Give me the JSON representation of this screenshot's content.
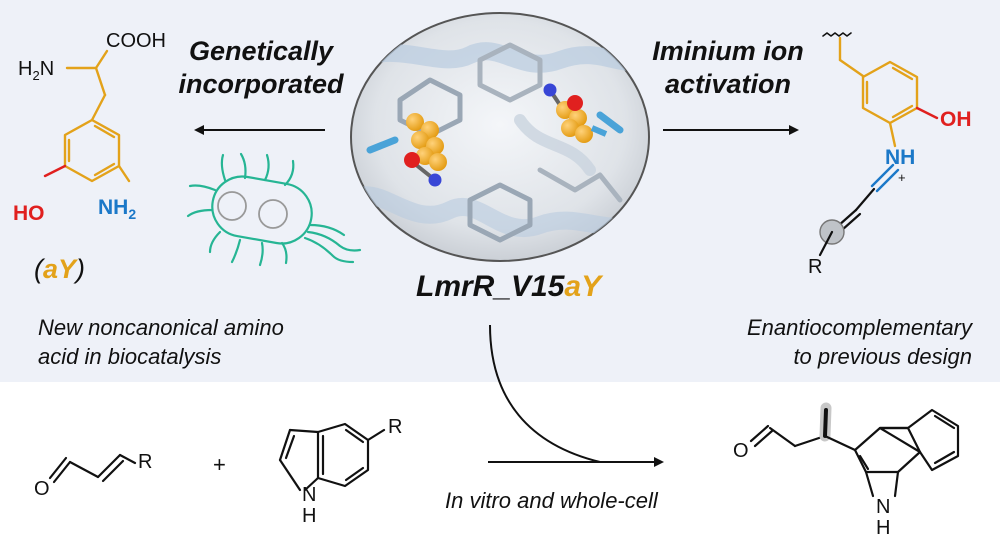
{
  "colors": {
    "amino_acid": "#e3a21a",
    "oxygen": "#e0201f",
    "nitrogen": "#1b78c8",
    "bacterium": "#26b594",
    "panel": "#eef1f8",
    "ink": "#111111"
  },
  "left_arrow_label": [
    "Genetically",
    "incorporated"
  ],
  "right_arrow_label": [
    "Iminium ion",
    "activation"
  ],
  "amino_acid": {
    "cooh": "COOH",
    "h2n": "H",
    "h2n_sub": "2",
    "h2n_n": "N",
    "ho": "HO",
    "nh2": "NH",
    "nh2_sub": "2",
    "abbr_open": "(",
    "abbr": "aY",
    "abbr_close": ")"
  },
  "enzyme_name": {
    "prefix": "LmrR_V15",
    "suffix": "aY"
  },
  "left_caption": [
    "New noncanonical amino",
    "acid in biocatalysis"
  ],
  "right_caption": [
    "Enantiocomplementary",
    "to previous design"
  ],
  "iminium": {
    "oh": "OH",
    "nh": "NH",
    "plus": "+",
    "r": "R"
  },
  "reaction": {
    "aldehyde_o": "O",
    "aldehyde_r": "R",
    "plus": "+",
    "indole_r": "R",
    "indole_nh": "N",
    "indole_h": "H",
    "condition": "In vitro and whole-cell",
    "product_o": "O",
    "product_nh": "N",
    "product_h": "H"
  },
  "icons": [
    "protein-pocket-icon",
    "bacterium-icon",
    "arrow-icon"
  ]
}
